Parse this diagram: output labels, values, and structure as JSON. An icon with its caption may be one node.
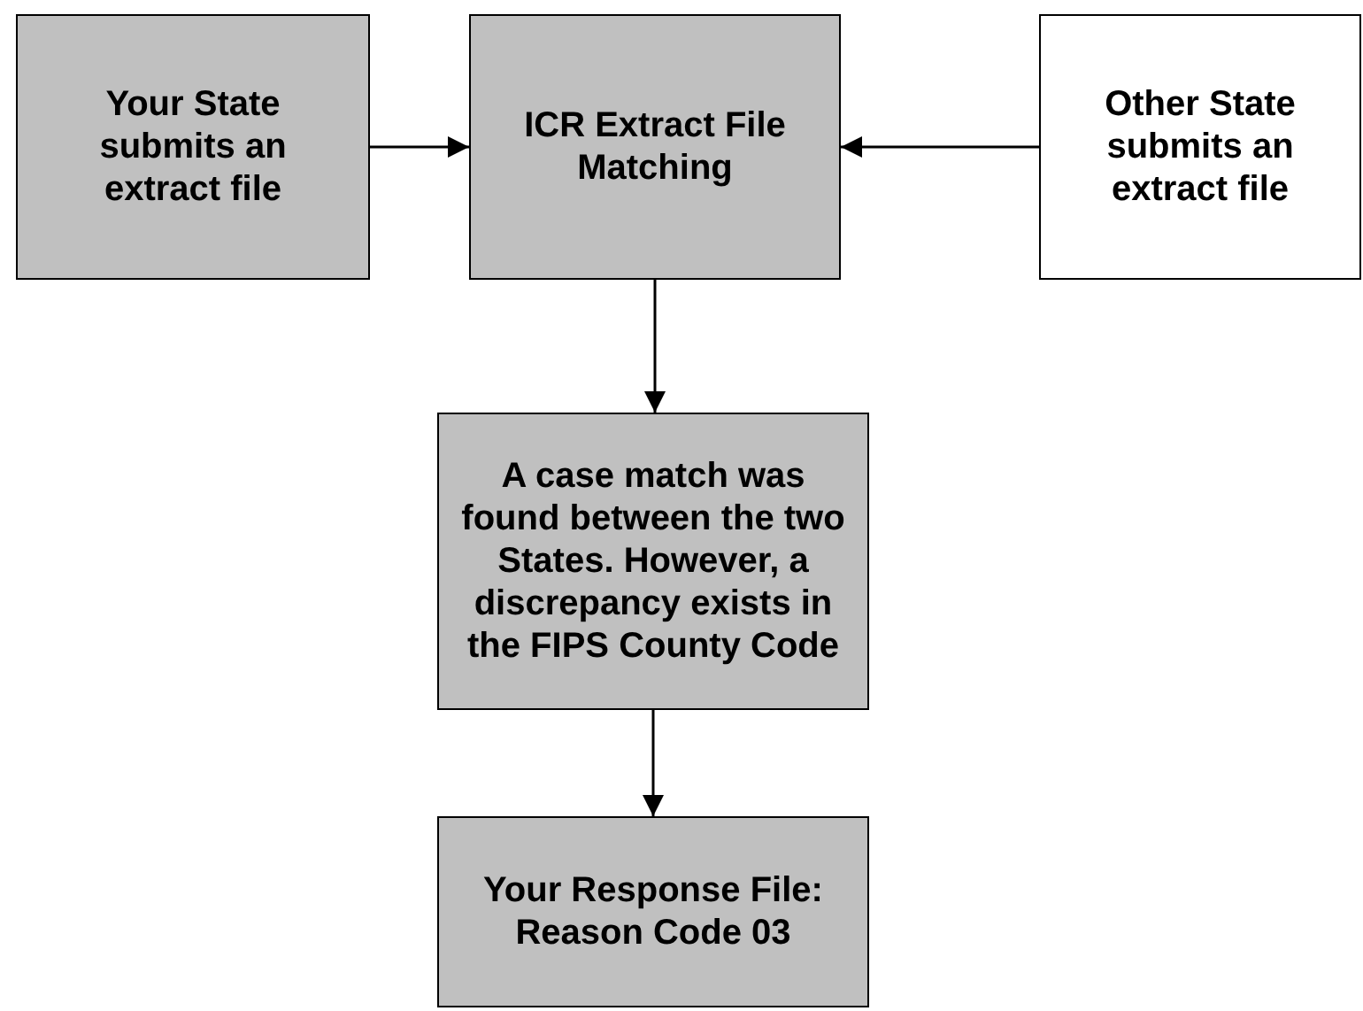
{
  "diagram": {
    "nodes": [
      {
        "text": [
          "Your State submits an extract file"
        ]
      },
      {
        "text": [
          "ICR Extract File Matching"
        ]
      },
      {
        "text": [
          "Other State submits an extract file"
        ]
      },
      {
        "text": [
          "A case match was found between the two States. However, a discrepancy exists in the FIPS County Code"
        ]
      },
      {
        "text": [
          "Your Response File: Reason Code 03"
        ]
      }
    ],
    "edges": [
      {
        "from": 0,
        "to": 1,
        "arrow": "to"
      },
      {
        "from": 2,
        "to": 1,
        "arrow": "to"
      },
      {
        "from": 1,
        "to": 3,
        "arrow": "to"
      },
      {
        "from": 3,
        "to": 4,
        "arrow": "to"
      }
    ]
  }
}
